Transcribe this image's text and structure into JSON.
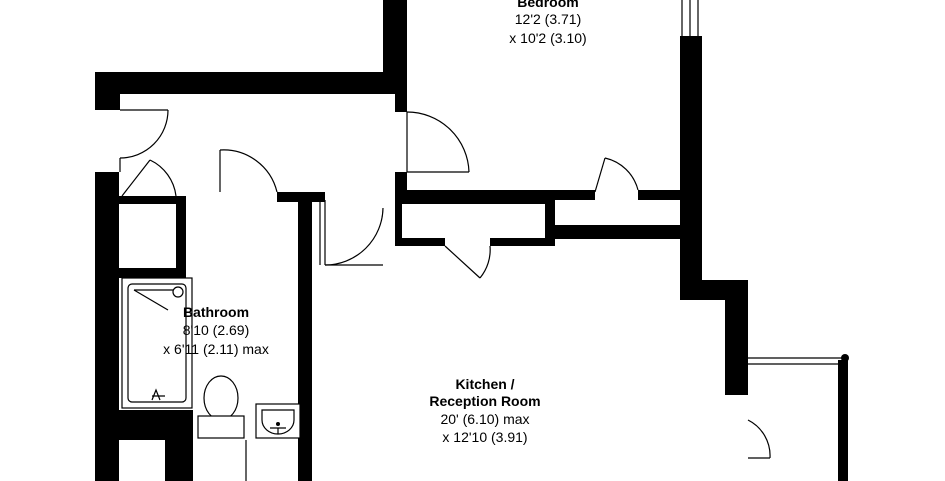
{
  "rooms": {
    "bedroom": {
      "name": "Bedroom",
      "dim1": "12'2 (3.71)",
      "dim2": "x 10'2 (3.10)"
    },
    "bathroom": {
      "name": "Bathroom",
      "dim1": "8'10 (2.69)",
      "dim2": "x 6'11 (2.11) max"
    },
    "kitchen": {
      "name1": "Kitchen /",
      "name2": "Reception Room",
      "dim1": "20' (6.10) max",
      "dim2": "x 12'10 (3.91)"
    }
  }
}
